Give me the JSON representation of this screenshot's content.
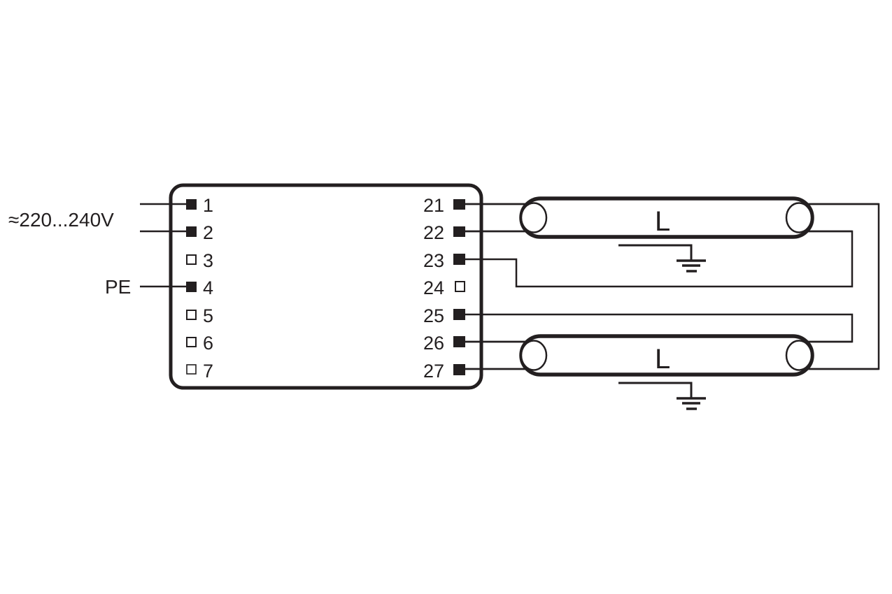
{
  "supply": {
    "voltage_label": "≈220...240V",
    "pe_label": "PE"
  },
  "ballast": {
    "left_terminals": [
      {
        "num": "1",
        "connected": true
      },
      {
        "num": "2",
        "connected": true
      },
      {
        "num": "3",
        "connected": false
      },
      {
        "num": "4",
        "connected": true
      },
      {
        "num": "5",
        "connected": false
      },
      {
        "num": "6",
        "connected": false
      },
      {
        "num": "7",
        "connected": false
      }
    ],
    "right_terminals": [
      {
        "num": "21",
        "connected": true
      },
      {
        "num": "22",
        "connected": true
      },
      {
        "num": "23",
        "connected": true
      },
      {
        "num": "24",
        "connected": false
      },
      {
        "num": "25",
        "connected": true
      },
      {
        "num": "26",
        "connected": true
      },
      {
        "num": "27",
        "connected": true
      }
    ]
  },
  "lamps": [
    {
      "label": "L"
    },
    {
      "label": "L"
    }
  ],
  "colors": {
    "line": "#231f20",
    "background": "#ffffff"
  }
}
